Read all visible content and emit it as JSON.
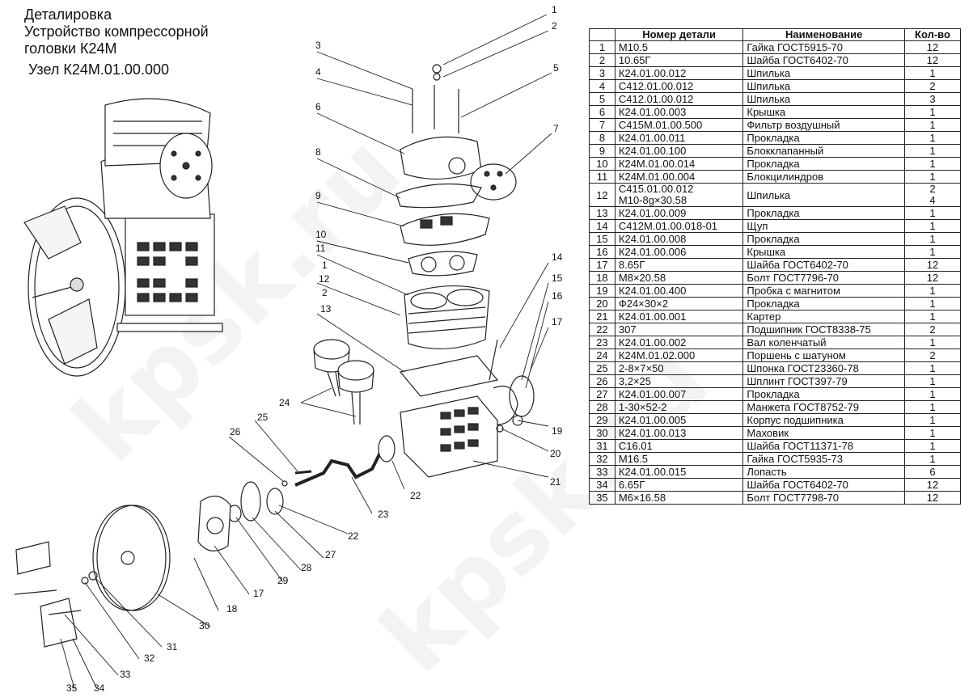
{
  "title": {
    "line1": "Деталировка",
    "line2": "Устройство компрессорной",
    "line3": "головки К24М",
    "unit": "Узел К24М.01.00.000"
  },
  "watermark": "kpsk.ru",
  "table": {
    "headers": {
      "num": "",
      "code": "Номер детали",
      "name": "Наименование",
      "qty": "Кол-во"
    },
    "rows": [
      {
        "n": "1",
        "code": "M10.5",
        "name": "Гайка ГОСТ5915-70",
        "qty": "12"
      },
      {
        "n": "2",
        "code": "10.65Г",
        "name": "Шайба ГОСТ6402-70",
        "qty": "12"
      },
      {
        "n": "3",
        "code": "К24.01.00.012",
        "name": "Шпилька",
        "qty": "1"
      },
      {
        "n": "4",
        "code": "С412.01.00.012",
        "name": "Шпилька",
        "qty": "2"
      },
      {
        "n": "5",
        "code": "С412.01.00.012",
        "name": "Шпилька",
        "qty": "3"
      },
      {
        "n": "6",
        "code": "К24.01.00.003",
        "name": "Крышка",
        "qty": "1"
      },
      {
        "n": "7",
        "code": "С415М.01.00.500",
        "name": "Фильтр воздушный",
        "qty": "1"
      },
      {
        "n": "8",
        "code": "К24.01.00.011",
        "name": "Прокладка",
        "qty": "1"
      },
      {
        "n": "9",
        "code": "К24.01.00.100",
        "name": "Блокклапанный",
        "qty": "1"
      },
      {
        "n": "10",
        "code": "К24М.01.00.014",
        "name": "Прокладка",
        "qty": "1"
      },
      {
        "n": "11",
        "code": "К24М.01.00.004",
        "name": "Блокцилиндров",
        "qty": "1"
      },
      {
        "n": "12",
        "code": "С415.01.00.012",
        "code2": "М10-8g×30.58",
        "name": "Шпилька",
        "qty": "2",
        "qty2": "4"
      },
      {
        "n": "13",
        "code": "К24.01.00.009",
        "name": "Прокладка",
        "qty": "1"
      },
      {
        "n": "14",
        "code": "С412М.01.00.018-01",
        "name": "Щуп",
        "qty": "1"
      },
      {
        "n": "15",
        "code": "К24.01.00.008",
        "name": "Прокладка",
        "qty": "1"
      },
      {
        "n": "16",
        "code": "К24.01.00.006",
        "name": "Крышка",
        "qty": "1"
      },
      {
        "n": "17",
        "code": "8.65Г",
        "name": "Шайба ГОСТ6402-70",
        "qty": "12"
      },
      {
        "n": "18",
        "code": "M8×20.58",
        "name": "Болт ГОСТ7796-70",
        "qty": "12"
      },
      {
        "n": "19",
        "code": "К24.01.00.400",
        "name": "Пробка с магнитом",
        "qty": "1"
      },
      {
        "n": "20",
        "code": "Ф24×30×2",
        "name": "Прокладка",
        "qty": "1"
      },
      {
        "n": "21",
        "code": "К24.01.00.001",
        "name": "Картер",
        "qty": "1"
      },
      {
        "n": "22",
        "code": "307",
        "name": "Подшипник ГОСТ8338-75",
        "qty": "2"
      },
      {
        "n": "23",
        "code": "К24.01.00.002",
        "name": "Вал коленчатый",
        "qty": "1"
      },
      {
        "n": "24",
        "code": "К24М.01.02.000",
        "name": "Поршень с шатуном",
        "qty": "2"
      },
      {
        "n": "25",
        "code": "2-8×7×50",
        "name": "Шпонка ГОСТ23360-78",
        "qty": "1"
      },
      {
        "n": "26",
        "code": "3,2×25",
        "name": "Шплинт ГОСТ397-79",
        "qty": "1"
      },
      {
        "n": "27",
        "code": "К24.01.00.007",
        "name": "Прокладка",
        "qty": "1"
      },
      {
        "n": "28",
        "code": "1-30×52-2",
        "name": "Манжета ГОСТ8752-79",
        "qty": "1"
      },
      {
        "n": "29",
        "code": "К24.01.00.005",
        "name": "Корпус подшипника",
        "qty": "1"
      },
      {
        "n": "30",
        "code": "К24.01.00.013",
        "name": "Маховик",
        "qty": "1"
      },
      {
        "n": "31",
        "code": "С16.01",
        "name": "Шайба ГОСТ11371-78",
        "qty": "1"
      },
      {
        "n": "32",
        "code": "M16.5",
        "name": "Гайка ГОСТ5935-73",
        "qty": "1"
      },
      {
        "n": "33",
        "code": "К24.01.00.015",
        "name": "Лопасть",
        "qty": "6"
      },
      {
        "n": "34",
        "code": "6.65Г",
        "name": "Шайба ГОСТ6402-70",
        "qty": "12"
      },
      {
        "n": "35",
        "code": "M6×16.58",
        "name": "Болт ГОСТ7798-70",
        "qty": "12"
      }
    ]
  },
  "callouts": {
    "c1": "1",
    "c2": "2",
    "c3": "3",
    "c4": "4",
    "c5": "5",
    "c6": "6",
    "c7": "7",
    "c8": "8",
    "c9": "9",
    "c10": "10",
    "c11": "11",
    "c1b": "1",
    "c12": "12",
    "c2b": "2",
    "c13": "13",
    "c14": "14",
    "c15": "15",
    "c16": "16",
    "c17": "17",
    "c19": "19",
    "c20": "20",
    "c21": "21",
    "c22": "22",
    "c22b": "22",
    "c23": "23",
    "c24": "24",
    "c25": "25",
    "c26": "26",
    "c27": "27",
    "c28": "28",
    "c29": "29",
    "c17b": "17",
    "c18": "18",
    "c30": "30",
    "c31": "31",
    "c32": "32",
    "c33": "33",
    "c34": "34",
    "c35": "35"
  }
}
